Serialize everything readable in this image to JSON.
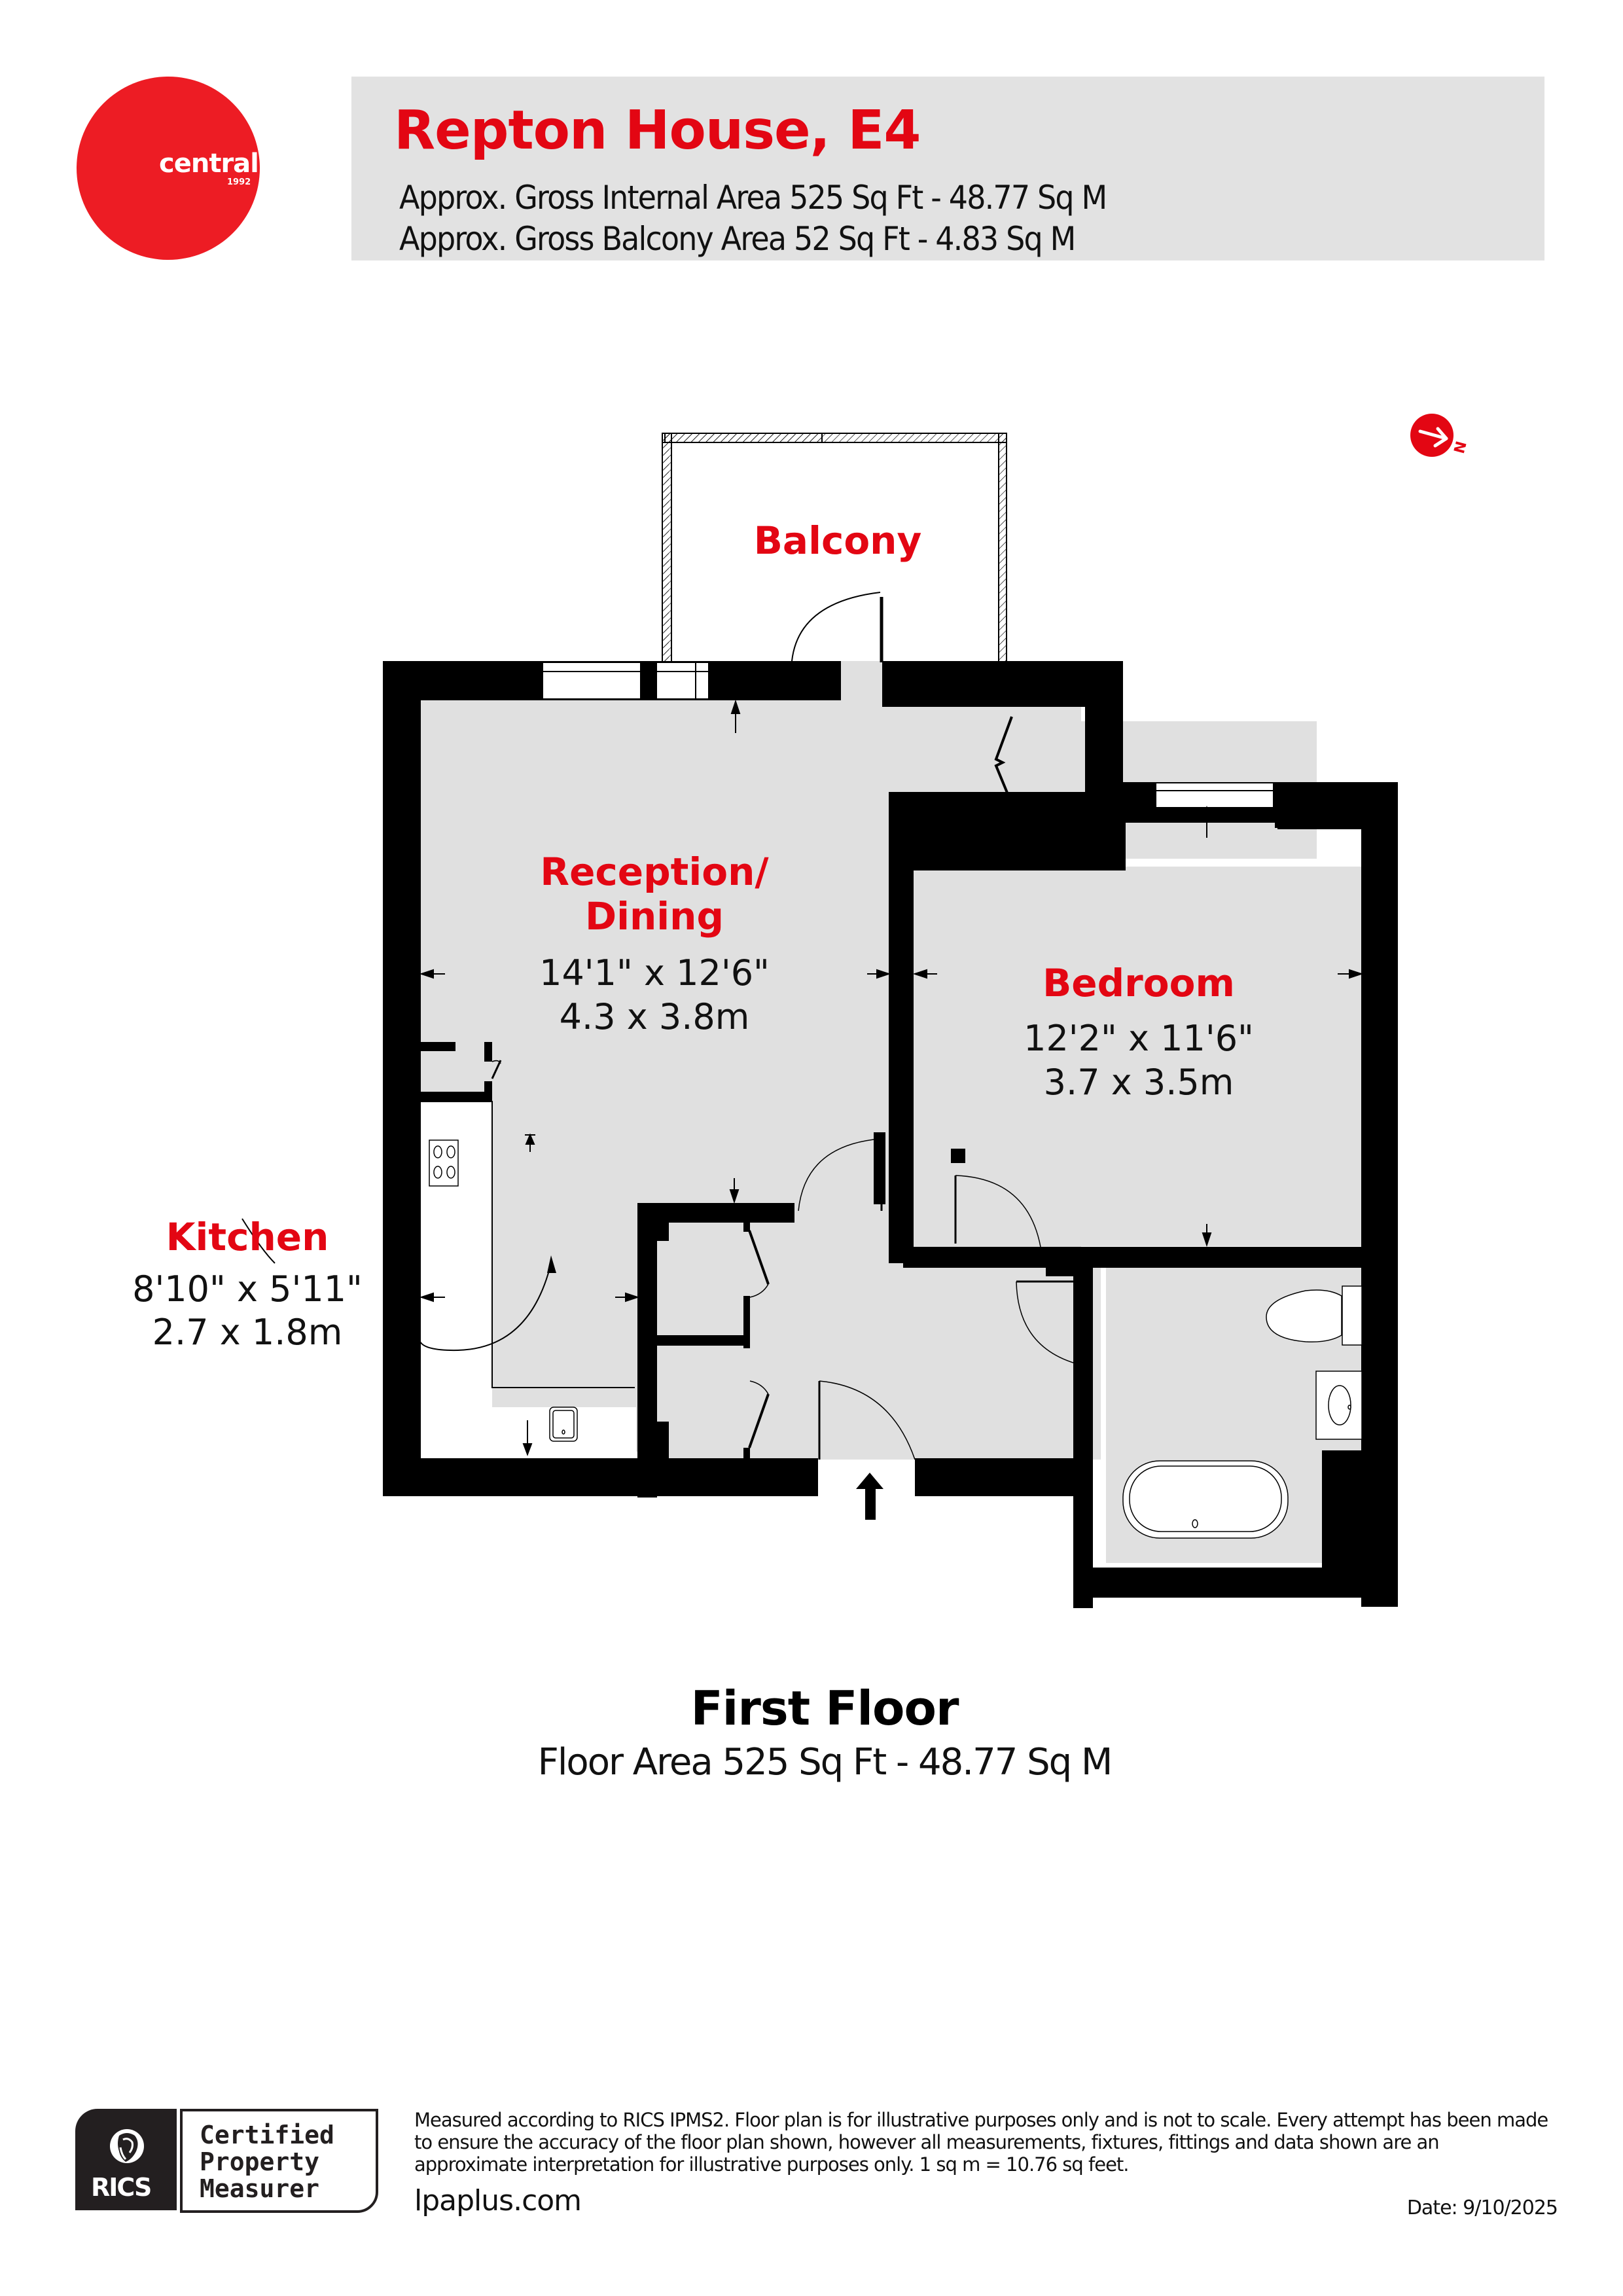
{
  "brand": {
    "name": "central",
    "year": "1992",
    "color": "#ed1c24"
  },
  "header": {
    "title": "Repton House, E4",
    "gross_internal_area": "Approx. Gross Internal Area 525 Sq Ft - 48.77 Sq M",
    "gross_balcony_area": "Approx. Gross Balcony Area 52 Sq Ft - 4.83 Sq M",
    "title_color": "#e30613",
    "background": "#e2e2e2"
  },
  "compass": {
    "icon": "north-arrow-icon",
    "label": "N"
  },
  "rooms": {
    "balcony": {
      "name": "Balcony"
    },
    "reception": {
      "name_line1": "Reception/",
      "name_line2": "Dining",
      "imperial": "14'1\" x 12'6\"",
      "metric": "4.3 x 3.8m"
    },
    "bedroom": {
      "name": "Bedroom",
      "imperial": "12'2\" x 11'6\"",
      "metric": "3.7 x 3.5m"
    },
    "kitchen": {
      "name": "Kitchen",
      "imperial": "8'10\" x 5'11\"",
      "metric": "2.7 x 1.8m"
    }
  },
  "floor": {
    "title": "First Floor",
    "area": "Floor Area 525 Sq Ft - 48.77 Sq M"
  },
  "footer": {
    "rics_logo": {
      "wordmark": "RICS",
      "line1": "Certified",
      "line2": "Property",
      "line3": "Measurer"
    },
    "disclaimer": "Measured according to RICS IPMS2. Floor plan is for illustrative purposes only and is not to scale. Every attempt has been made to ensure the accuracy of the floor plan shown, however all measurements, fixtures, fittings and data shown are an approximate interpretation for illustrative purposes only. 1 sq m = 10.76 sq feet.",
    "website": "lpaplus.com",
    "date": "Date: 9/10/2025"
  }
}
